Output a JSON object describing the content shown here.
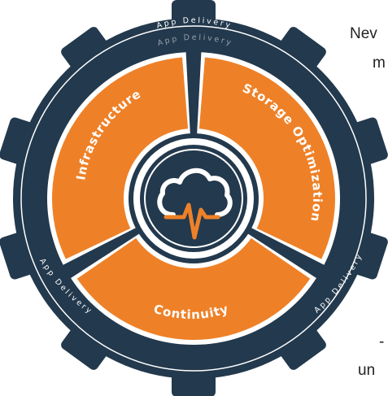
{
  "colors": {
    "gear": "#23394d",
    "orange": "#ee8128",
    "white": "#ffffff",
    "text": "#222222"
  },
  "diagram": {
    "outer_ring_label": "App Delivery",
    "segments": [
      {
        "label": "Infrastructure"
      },
      {
        "label": "Storage Optimization"
      },
      {
        "label": "Continuity"
      }
    ],
    "center_icon": "cloud-heartbeat-icon"
  },
  "side_text": {
    "line1": "Nev",
    "line2": "m",
    "line3": "-",
    "line4": "un"
  }
}
